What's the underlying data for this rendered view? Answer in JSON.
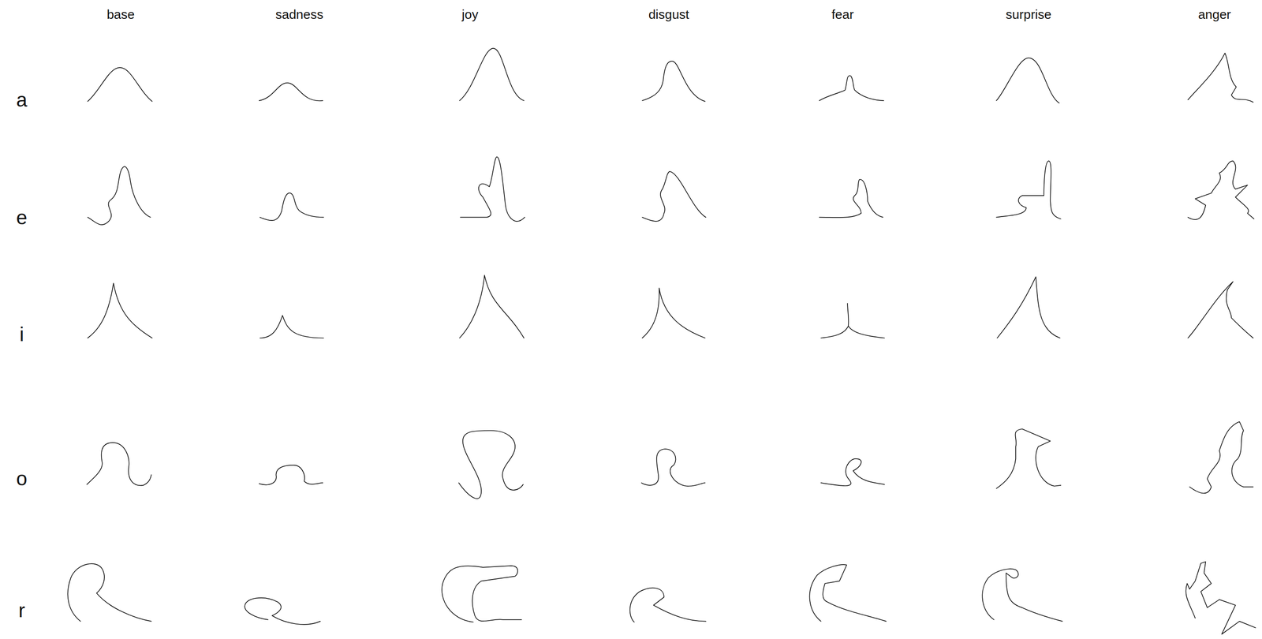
{
  "diagram": {
    "labels": [
      "base",
      "sadness",
      "joy",
      "disgust",
      "fear",
      "surprise",
      "anger",
      "a",
      "e",
      "i",
      "o",
      "r"
    ]
  }
}
